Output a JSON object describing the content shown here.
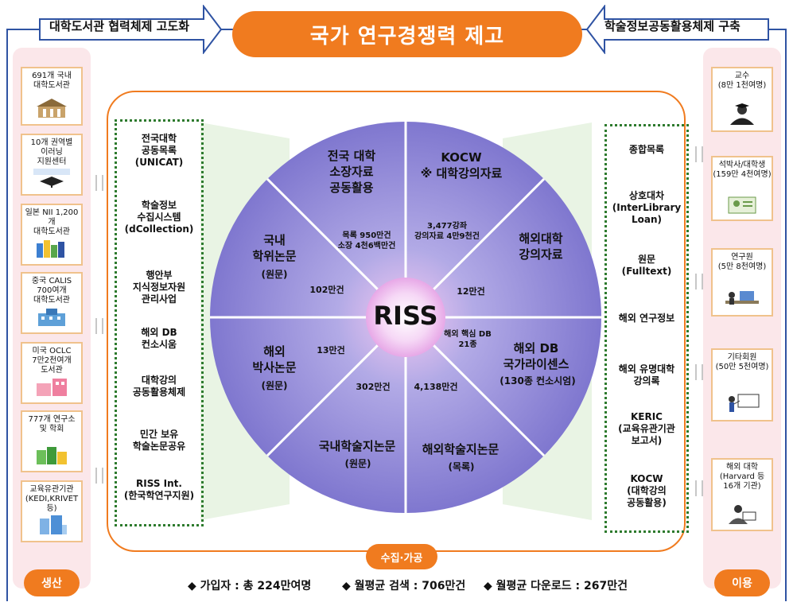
{
  "header": {
    "title": "국가 연구경쟁력 제고",
    "left_arrow": "대학도서관 협력체제 고도화",
    "right_arrow": "학술정보공동활용체제 구축"
  },
  "left_column": {
    "cards": [
      {
        "label": "691개 국내\n대학도서관",
        "icon": "graduation-building-icon"
      },
      {
        "label": "10개 권역별\n이러닝\n지원센터",
        "icon": "cyber-univ-logo-icon"
      },
      {
        "label": "일본 NII 1,200개\n대학도서관",
        "icon": "books-icon"
      },
      {
        "label": "중국 CALIS\n700여개\n대학도서관",
        "icon": "building-icon"
      },
      {
        "label": "미국 OCLC\n7만2천여개\n도서관",
        "icon": "pink-building-icon"
      },
      {
        "label": "777개 연구소\n및 학회",
        "icon": "green-building-icon"
      },
      {
        "label": "교육유관기관\n(KEDI,KRIVET 등)",
        "icon": "tower-building-icon"
      }
    ],
    "bottom_pill": "생산"
  },
  "right_column": {
    "cards": [
      {
        "label": "교수\n(8만 1천여명)",
        "icon": "professor-icon"
      },
      {
        "label": "석박사/대학생\n(159만 4천여명)",
        "icon": "students-icon"
      },
      {
        "label": "연구원\n(5만 8천여명)",
        "icon": "researcher-icon"
      },
      {
        "label": "기타회원\n(50만 5천여명)",
        "icon": "presenter-icon"
      },
      {
        "label": "해외 대학\n(Harvard 등\n16개 기관)",
        "icon": "reader-icon"
      }
    ],
    "bottom_pill": "이용"
  },
  "left_list": [
    "전국대학\n공동목록\n(UNICAT)",
    "학술정보\n수집시스템\n(dCollection)",
    "행안부\n지식정보자원\n관리사업",
    "해외 DB\n컨소시움",
    "대학강의\n공동활용체제",
    "민간 보유\n학술논문공유",
    "RISS Int.\n(한국학연구지원)"
  ],
  "right_list": [
    "종합목록",
    "상호대차\n(InterLibrary\nLoan)",
    "원문\n(Fulltext)",
    "해외 연구정보",
    "해외 유명대학\n강의록",
    "KERIC\n(교육유관기관\n보고서)",
    "KOCW\n(대학강의\n공동활용)"
  ],
  "center": {
    "label": "RISS",
    "segments": {
      "top_left": {
        "title": "전국 대학\n소장자료\n공동활용"
      },
      "top_right": {
        "title": "KOCW\n※ 대학강의자료"
      },
      "right_upper": {
        "title": "해외대학\n강의자료"
      },
      "right_lower": {
        "title": "해외 DB\n국가라이센스",
        "sub": "(130종 컨소시엄)"
      },
      "bottom_right": {
        "title": "해외학술지논문",
        "sub": "(목록)"
      },
      "bottom_left": {
        "title": "국내학술지논문",
        "sub": "(원문)"
      },
      "left_lower": {
        "title": "해외\n박사논문",
        "sub": "(원문)"
      },
      "left_upper": {
        "title": "국내\n학위논문",
        "sub": "(원문)"
      }
    },
    "stats": {
      "holdings": "목록 950만건\n소장 4천6백만건",
      "lectures": "3,477강좌\n강의자료 4만9천건",
      "foreign_lectures": "12만건",
      "foreign_db": "해외 핵심 DB\n21종",
      "foreign_journals": "4,138만건",
      "domestic_journals": "302만건",
      "foreign_phd": "13만건",
      "domestic_thesis": "102만건"
    }
  },
  "bottom": {
    "pill": "수집·가공",
    "stats": [
      "◆ 가입자 : 총 224만여명",
      "◆ 월평균 검색 : 706만건",
      "◆ 월평균 다운로드 : 267만건"
    ]
  },
  "colors": {
    "accent": "#f07b1f",
    "frame": "#2f53a3",
    "circle": "#8f87d6",
    "dotted": "#2d7a2d"
  }
}
